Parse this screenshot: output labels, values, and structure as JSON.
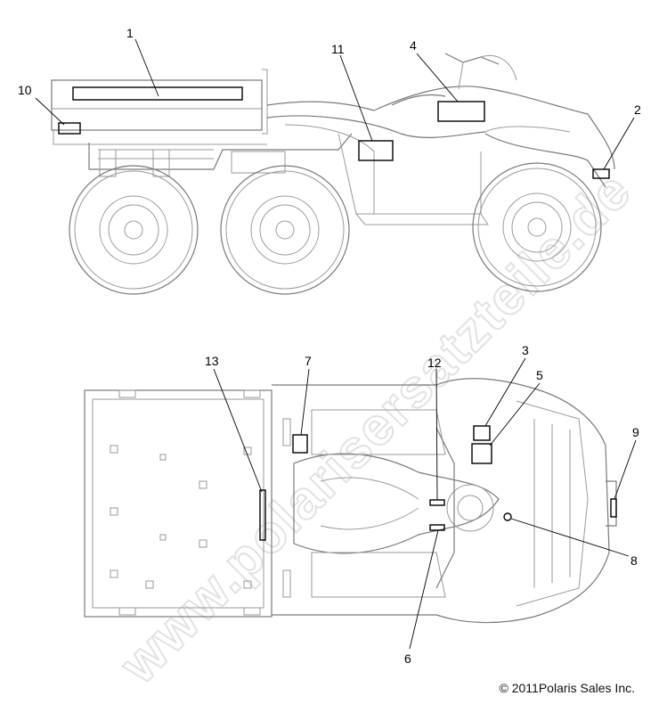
{
  "watermark": "www.polarisersatzteile.de",
  "copyright": "© 2011Polaris Sales Inc.",
  "side_view": {
    "callouts": {
      "c1": "1",
      "c2": "2",
      "c4": "4",
      "c10": "10",
      "c11": "11"
    }
  },
  "top_view": {
    "callouts": {
      "c3": "3",
      "c5": "5",
      "c6": "6",
      "c7": "7",
      "c8": "8",
      "c9": "9",
      "c12": "12",
      "c13": "13"
    }
  }
}
